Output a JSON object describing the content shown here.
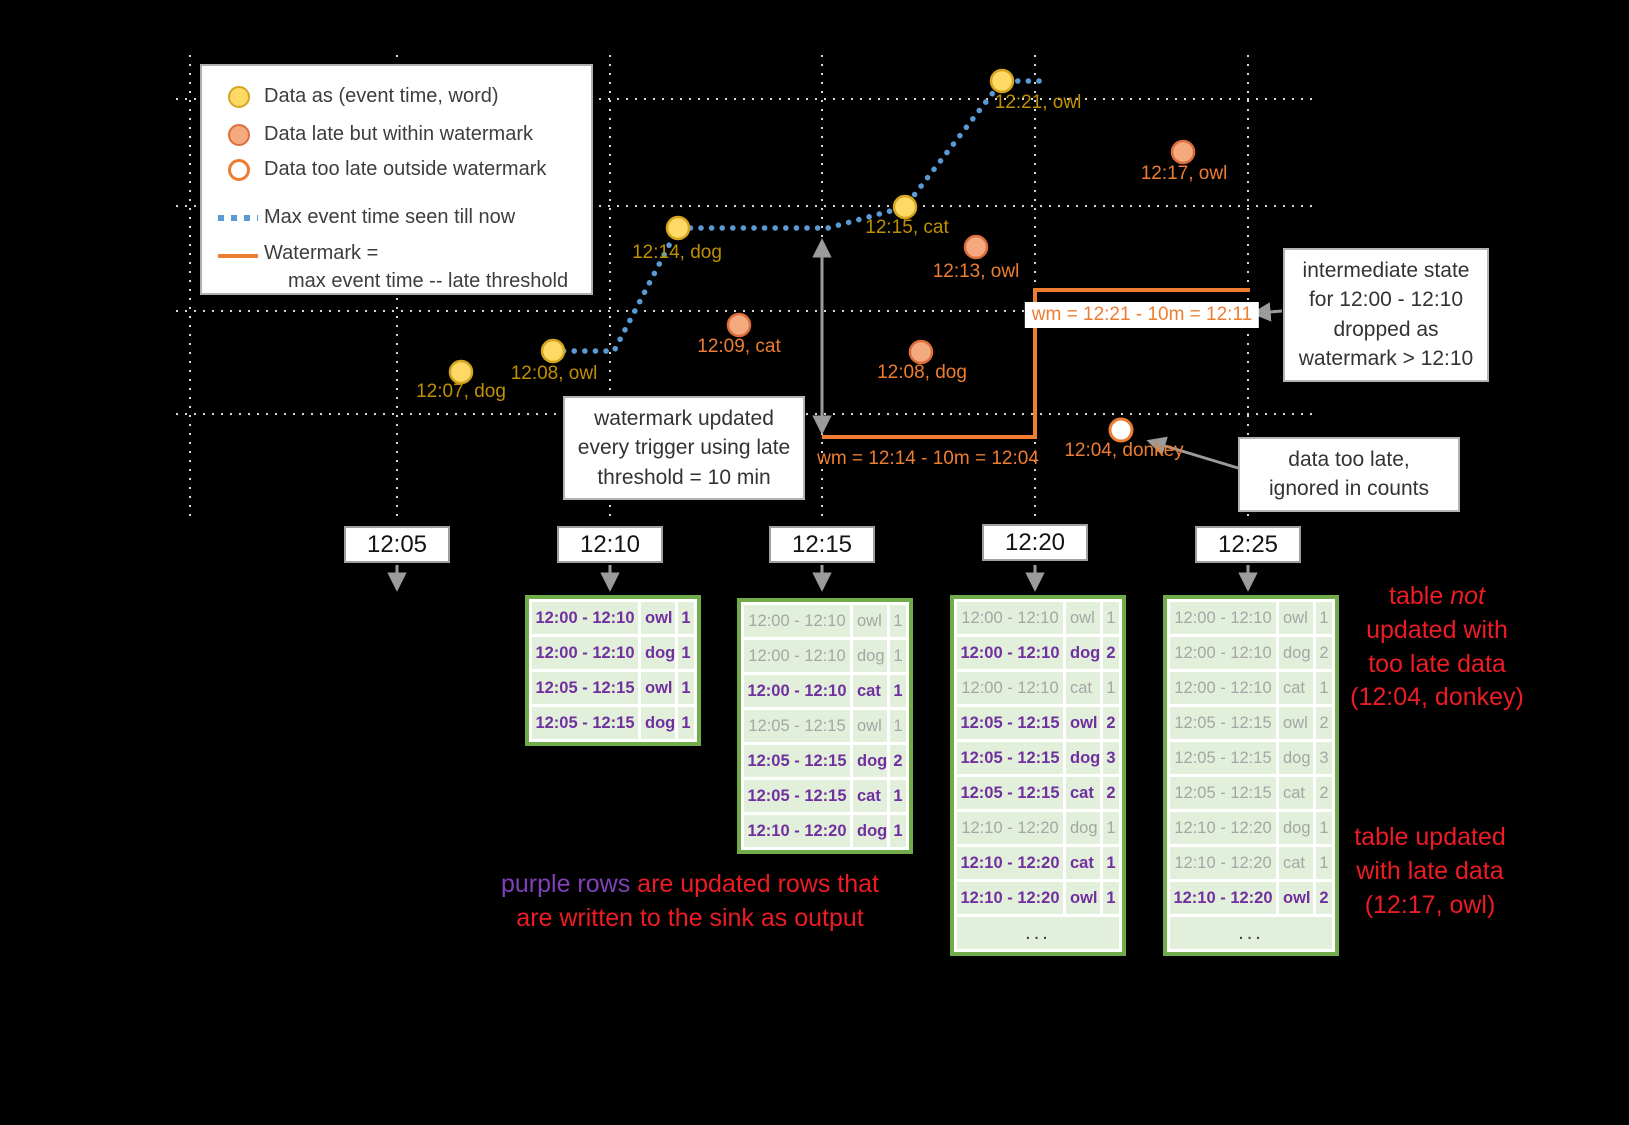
{
  "colors": {
    "background": "#000000",
    "on_time_fill": "#FFD966",
    "on_time_stroke": "#D6A520",
    "on_time_text": "#BF9000",
    "late_fill": "#F5A97E",
    "late_stroke": "#DD6F3C",
    "late_text": "#ED7D31",
    "max_event_time_line": "#5B9BD5",
    "watermark_line": "#ED7D31",
    "table_border": "#72AC4A",
    "table_row_bg": "#E2EFDA",
    "updated_row_text": "#7030A0",
    "old_row_text": "#A6A6A6",
    "annotation_red": "#ED1C24",
    "arrow_gray": "#9B9B9B"
  },
  "legend": {
    "on_time": "Data as (event time, word)",
    "late_within": "Data late but within watermark",
    "too_late": "Data too late outside watermark",
    "max_event": "Max event time seen till now",
    "watermark_line1": "Watermark =",
    "watermark_line2": "max event time -- late threshold"
  },
  "triggers": [
    "12:05",
    "12:10",
    "12:15",
    "12:20",
    "12:25"
  ],
  "points": {
    "on_time": [
      {
        "label": "12:07, dog"
      },
      {
        "label": "12:08, owl"
      },
      {
        "label": "12:14, dog"
      },
      {
        "label": "12:15, cat"
      },
      {
        "label": "12:21, owl"
      }
    ],
    "late_within": [
      {
        "label": "12:09, cat"
      },
      {
        "label": "12:13, owl"
      },
      {
        "label": "12:08, dog"
      },
      {
        "label": "12:17, owl"
      }
    ],
    "too_late": [
      {
        "label": "12:04, donkey"
      }
    ]
  },
  "watermarks": {
    "first": "wm = 12:14 - 10m = 12:04",
    "second": "wm = 12:21 - 10m = 12:11"
  },
  "callouts": {
    "trigger_note": [
      "watermark updated",
      "every trigger using late",
      "threshold = 10 min"
    ],
    "state_dropped": [
      "intermediate state",
      "for 12:00 - 12:10",
      "dropped as",
      "watermark > 12:10"
    ],
    "too_late_note": [
      "data too late,",
      "ignored in counts"
    ]
  },
  "annotations": {
    "purple_lead": "purple rows",
    "purple_rest": " are updated rows that",
    "purple_line2": "are written to the sink as output",
    "not_pre": "table ",
    "not_word": "not",
    "not_lines": [
      "updated with",
      "too late data",
      "(12:04, donkey)"
    ],
    "updated_lines": [
      "table updated",
      "with late data",
      "(12:17, owl)"
    ]
  },
  "tables": [
    {
      "trigger": "12:10",
      "rows": [
        {
          "window": "12:00 - 12:10",
          "word": "owl",
          "count": "1",
          "state": "updated"
        },
        {
          "window": "12:00 - 12:10",
          "word": "dog",
          "count": "1",
          "state": "updated"
        },
        {
          "window": "12:05 - 12:15",
          "word": "owl",
          "count": "1",
          "state": "updated"
        },
        {
          "window": "12:05 - 12:15",
          "word": "dog",
          "count": "1",
          "state": "updated"
        }
      ]
    },
    {
      "trigger": "12:15",
      "rows": [
        {
          "window": "12:00 - 12:10",
          "word": "owl",
          "count": "1",
          "state": "old"
        },
        {
          "window": "12:00 - 12:10",
          "word": "dog",
          "count": "1",
          "state": "old"
        },
        {
          "window": "12:00 - 12:10",
          "word": "cat",
          "count": "1",
          "state": "updated"
        },
        {
          "window": "12:05 - 12:15",
          "word": "owl",
          "count": "1",
          "state": "old"
        },
        {
          "window": "12:05 - 12:15",
          "word": "dog",
          "count": "2",
          "state": "updated"
        },
        {
          "window": "12:05 - 12:15",
          "word": "cat",
          "count": "1",
          "state": "updated"
        },
        {
          "window": "12:10 - 12:20",
          "word": "dog",
          "count": "1",
          "state": "updated"
        }
      ]
    },
    {
      "trigger": "12:20",
      "ellipsis": "...",
      "rows": [
        {
          "window": "12:00 - 12:10",
          "word": "owl",
          "count": "1",
          "state": "old"
        },
        {
          "window": "12:00 - 12:10",
          "word": "dog",
          "count": "2",
          "state": "updated"
        },
        {
          "window": "12:00 - 12:10",
          "word": "cat",
          "count": "1",
          "state": "old"
        },
        {
          "window": "12:05 - 12:15",
          "word": "owl",
          "count": "2",
          "state": "updated"
        },
        {
          "window": "12:05 - 12:15",
          "word": "dog",
          "count": "3",
          "state": "updated"
        },
        {
          "window": "12:05 - 12:15",
          "word": "cat",
          "count": "2",
          "state": "updated"
        },
        {
          "window": "12:10 - 12:20",
          "word": "dog",
          "count": "1",
          "state": "old"
        },
        {
          "window": "12:10 - 12:20",
          "word": "cat",
          "count": "1",
          "state": "updated"
        },
        {
          "window": "12:10 - 12:20",
          "word": "owl",
          "count": "1",
          "state": "updated"
        }
      ]
    },
    {
      "trigger": "12:25",
      "ellipsis": "...",
      "rows": [
        {
          "window": "12:00 - 12:10",
          "word": "owl",
          "count": "1",
          "state": "old"
        },
        {
          "window": "12:00 - 12:10",
          "word": "dog",
          "count": "2",
          "state": "old"
        },
        {
          "window": "12:00 - 12:10",
          "word": "cat",
          "count": "1",
          "state": "old"
        },
        {
          "window": "12:05 - 12:15",
          "word": "owl",
          "count": "2",
          "state": "old"
        },
        {
          "window": "12:05 - 12:15",
          "word": "dog",
          "count": "3",
          "state": "old"
        },
        {
          "window": "12:05 - 12:15",
          "word": "cat",
          "count": "2",
          "state": "old"
        },
        {
          "window": "12:10 - 12:20",
          "word": "dog",
          "count": "1",
          "state": "old"
        },
        {
          "window": "12:10 - 12:20",
          "word": "cat",
          "count": "1",
          "state": "old"
        },
        {
          "window": "12:10 - 12:20",
          "word": "owl",
          "count": "2",
          "state": "updated"
        }
      ]
    }
  ]
}
